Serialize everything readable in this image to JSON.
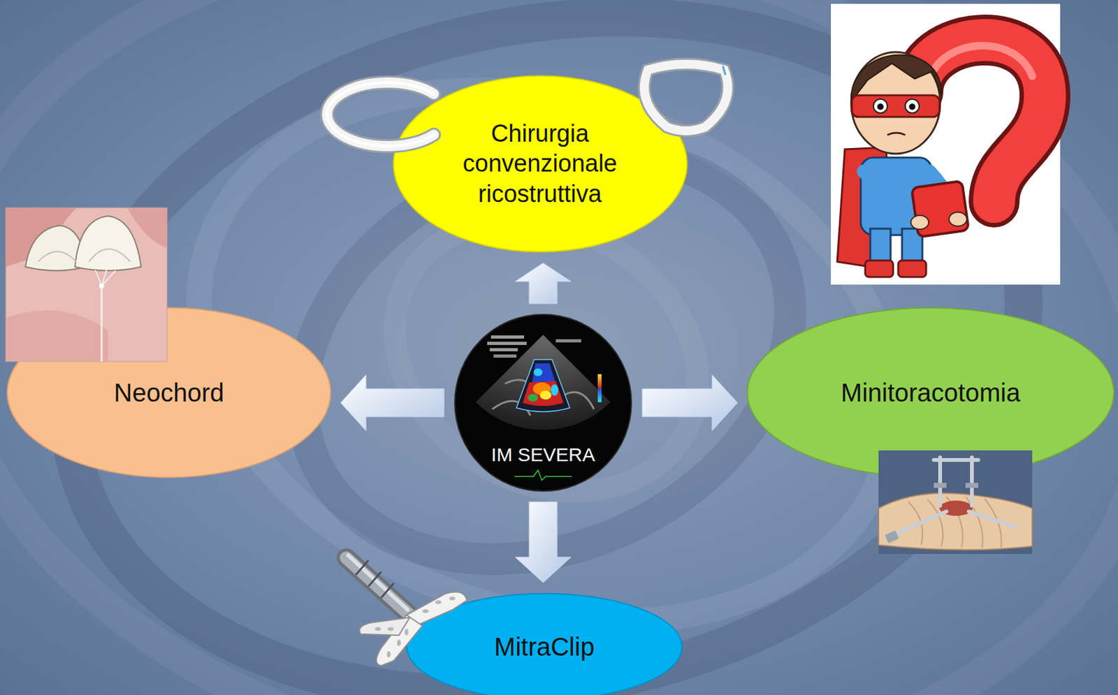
{
  "diagram": {
    "nodes": [
      {
        "text": [
          "Chirurgia convenzionale ricostruttiva"
        ]
      },
      {
        "text": [
          "Neochord"
        ]
      },
      {
        "text": [
          "IM SEVERA"
        ]
      },
      {
        "text": [
          "Minitoracotomia"
        ]
      },
      {
        "text": [
          "MitraClip"
        ]
      }
    ],
    "edges": [
      {
        "from": 2,
        "to": 0,
        "arrow": "to"
      },
      {
        "from": 2,
        "to": 1,
        "arrow": "to"
      },
      {
        "from": 2,
        "to": 3,
        "arrow": "to"
      },
      {
        "from": 2,
        "to": 4,
        "arrow": "to"
      }
    ]
  }
}
